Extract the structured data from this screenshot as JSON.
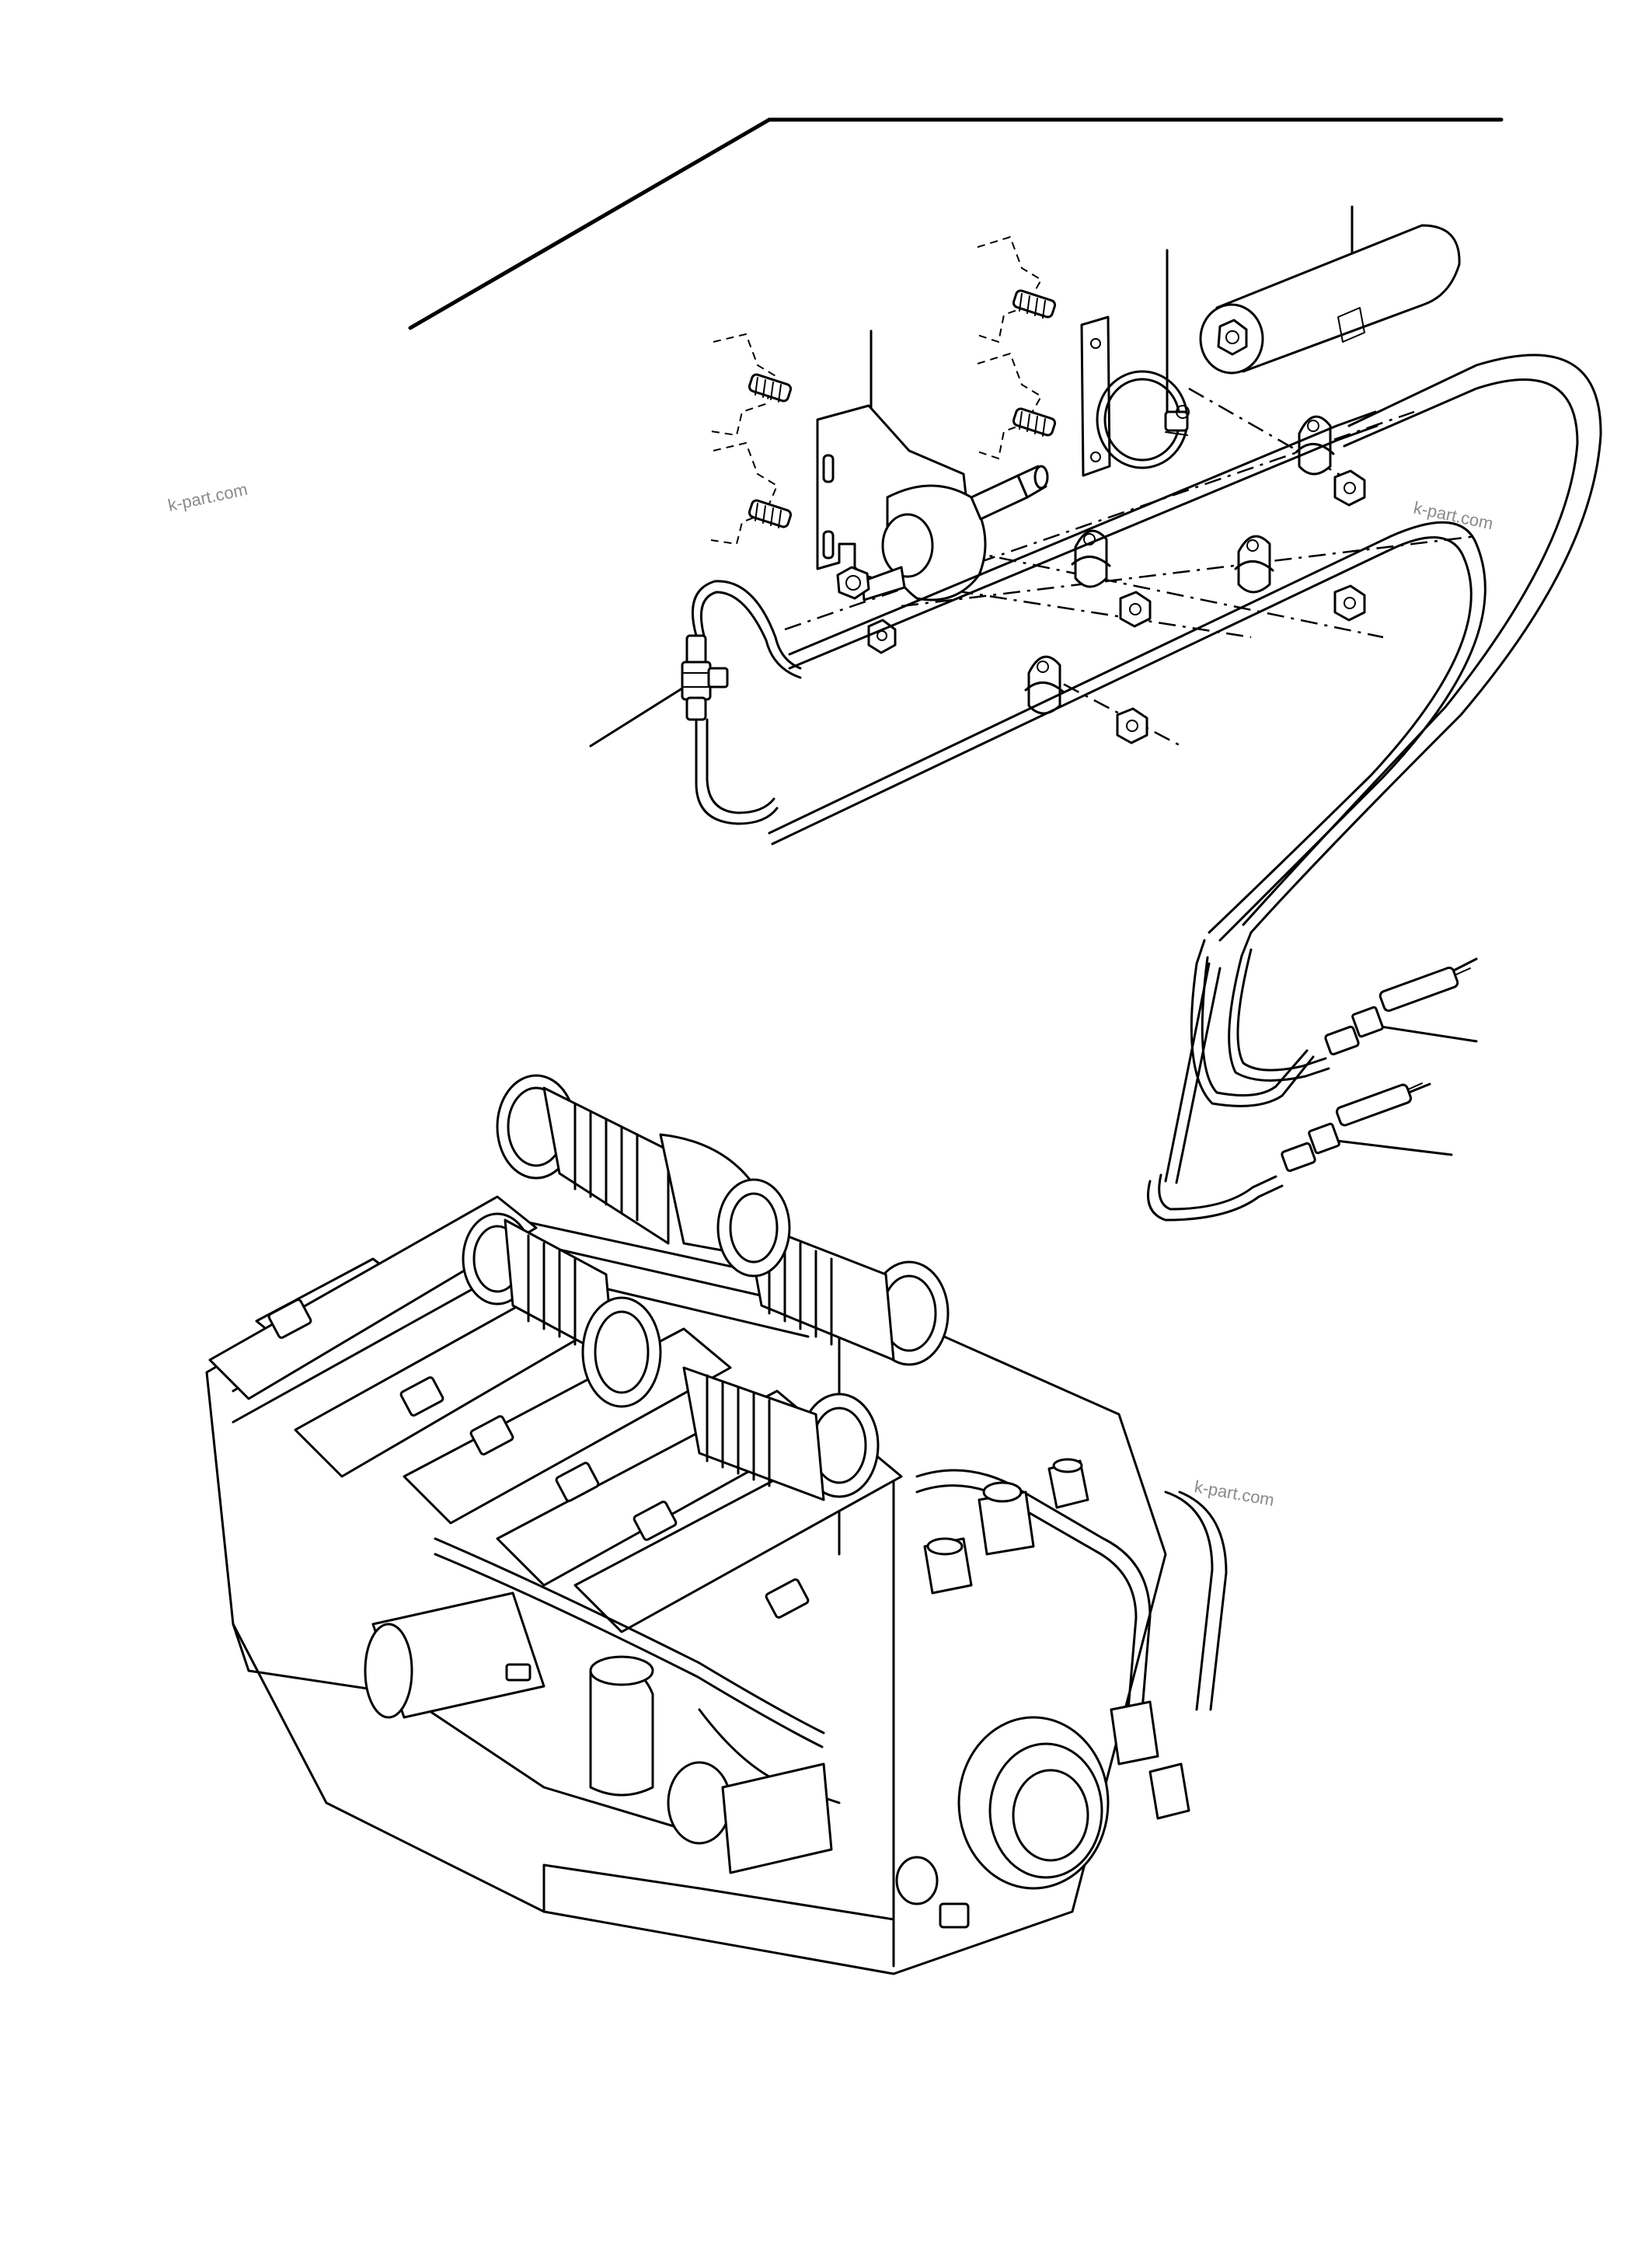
{
  "watermarks": [
    {
      "text": "k-part.com"
    },
    {
      "text": "k-part.com"
    },
    {
      "text": "k-part.com"
    }
  ]
}
